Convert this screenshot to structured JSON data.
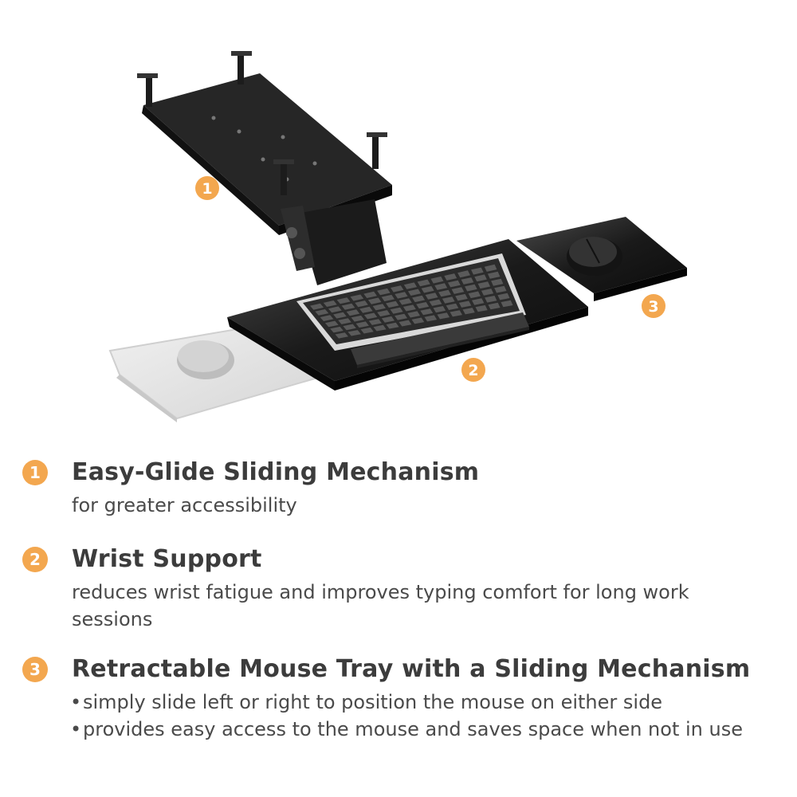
{
  "badges": {
    "one": "1",
    "two": "2",
    "three": "3"
  },
  "features": [
    {
      "number": "1",
      "title": "Easy-Glide Sliding Mechanism",
      "description": "for greater accessibility"
    },
    {
      "number": "2",
      "title": "Wrist Support",
      "description": "reduces wrist fatigue and improves typing comfort for long work sessions"
    },
    {
      "number": "3",
      "title": "Retractable Mouse Tray with a Sliding Mechanism",
      "bullets": [
        "simply slide left or right to position the mouse on either side",
        "provides easy access to the mouse and saves space when not in use"
      ]
    }
  ],
  "colors": {
    "accent": "#f3a74f",
    "text": "#3c3c3c"
  }
}
